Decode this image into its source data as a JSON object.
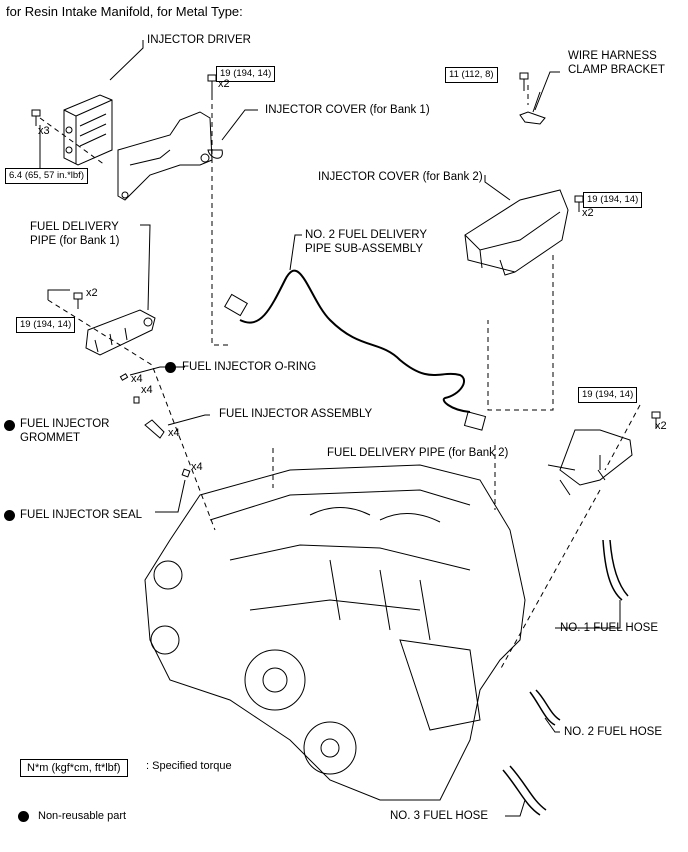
{
  "header": "for Resin Intake Manifold, for Metal Type:",
  "labels": {
    "injector_driver": "INJECTOR DRIVER",
    "injector_cover_bank1": "INJECTOR COVER (for Bank 1)",
    "wire_harness_line1": "WIRE HARNESS",
    "wire_harness_line2": "CLAMP BRACKET",
    "injector_cover_bank2": "INJECTOR COVER (for Bank 2)",
    "no2_fuel_delivery_line1": "NO. 2 FUEL DELIVERY",
    "no2_fuel_delivery_line2": "PIPE SUB-ASSEMBLY",
    "fuel_delivery_pipe_b1_line1": "FUEL DELIVERY",
    "fuel_delivery_pipe_b1_line2": "PIPE (for Bank 1)",
    "fuel_injector_oring": "FUEL INJECTOR O-RING",
    "fuel_injector_grommet_line1": "FUEL INJECTOR",
    "fuel_injector_grommet_line2": "GROMMET",
    "fuel_injector_assembly": "FUEL INJECTOR ASSEMBLY",
    "fuel_delivery_pipe_b2": "FUEL DELIVERY PIPE (for Bank 2)",
    "fuel_injector_seal": "FUEL INJECTOR SEAL",
    "no1_fuel_hose": "NO. 1 FUEL HOSE",
    "no2_fuel_hose": "NO. 2 FUEL HOSE",
    "no3_fuel_hose": "NO. 3 FUEL HOSE"
  },
  "torques": {
    "t_19_a": "19 (194, 14)",
    "t_11": "11 (112, 8)",
    "t_6_4": "6.4 (65, 57 in.*lbf)",
    "t_19_b": "19 (194, 14)",
    "t_19_c": "19 (194, 14)",
    "t_19_d": "19 (194, 14)"
  },
  "multipliers": {
    "x2_a": "x2",
    "x3": "x3",
    "x2_b": "x2",
    "x2_c": "x2",
    "x4_a": "x4",
    "x4_b": "x4",
    "x4_c": "x4",
    "x4_d": "x4",
    "x2_d": "x2"
  },
  "legend": {
    "torque_box": "N*m (kgf*cm, ft*lbf)",
    "torque_text": ": Specified torque",
    "nonreusable_text": "Non-reusable part"
  }
}
